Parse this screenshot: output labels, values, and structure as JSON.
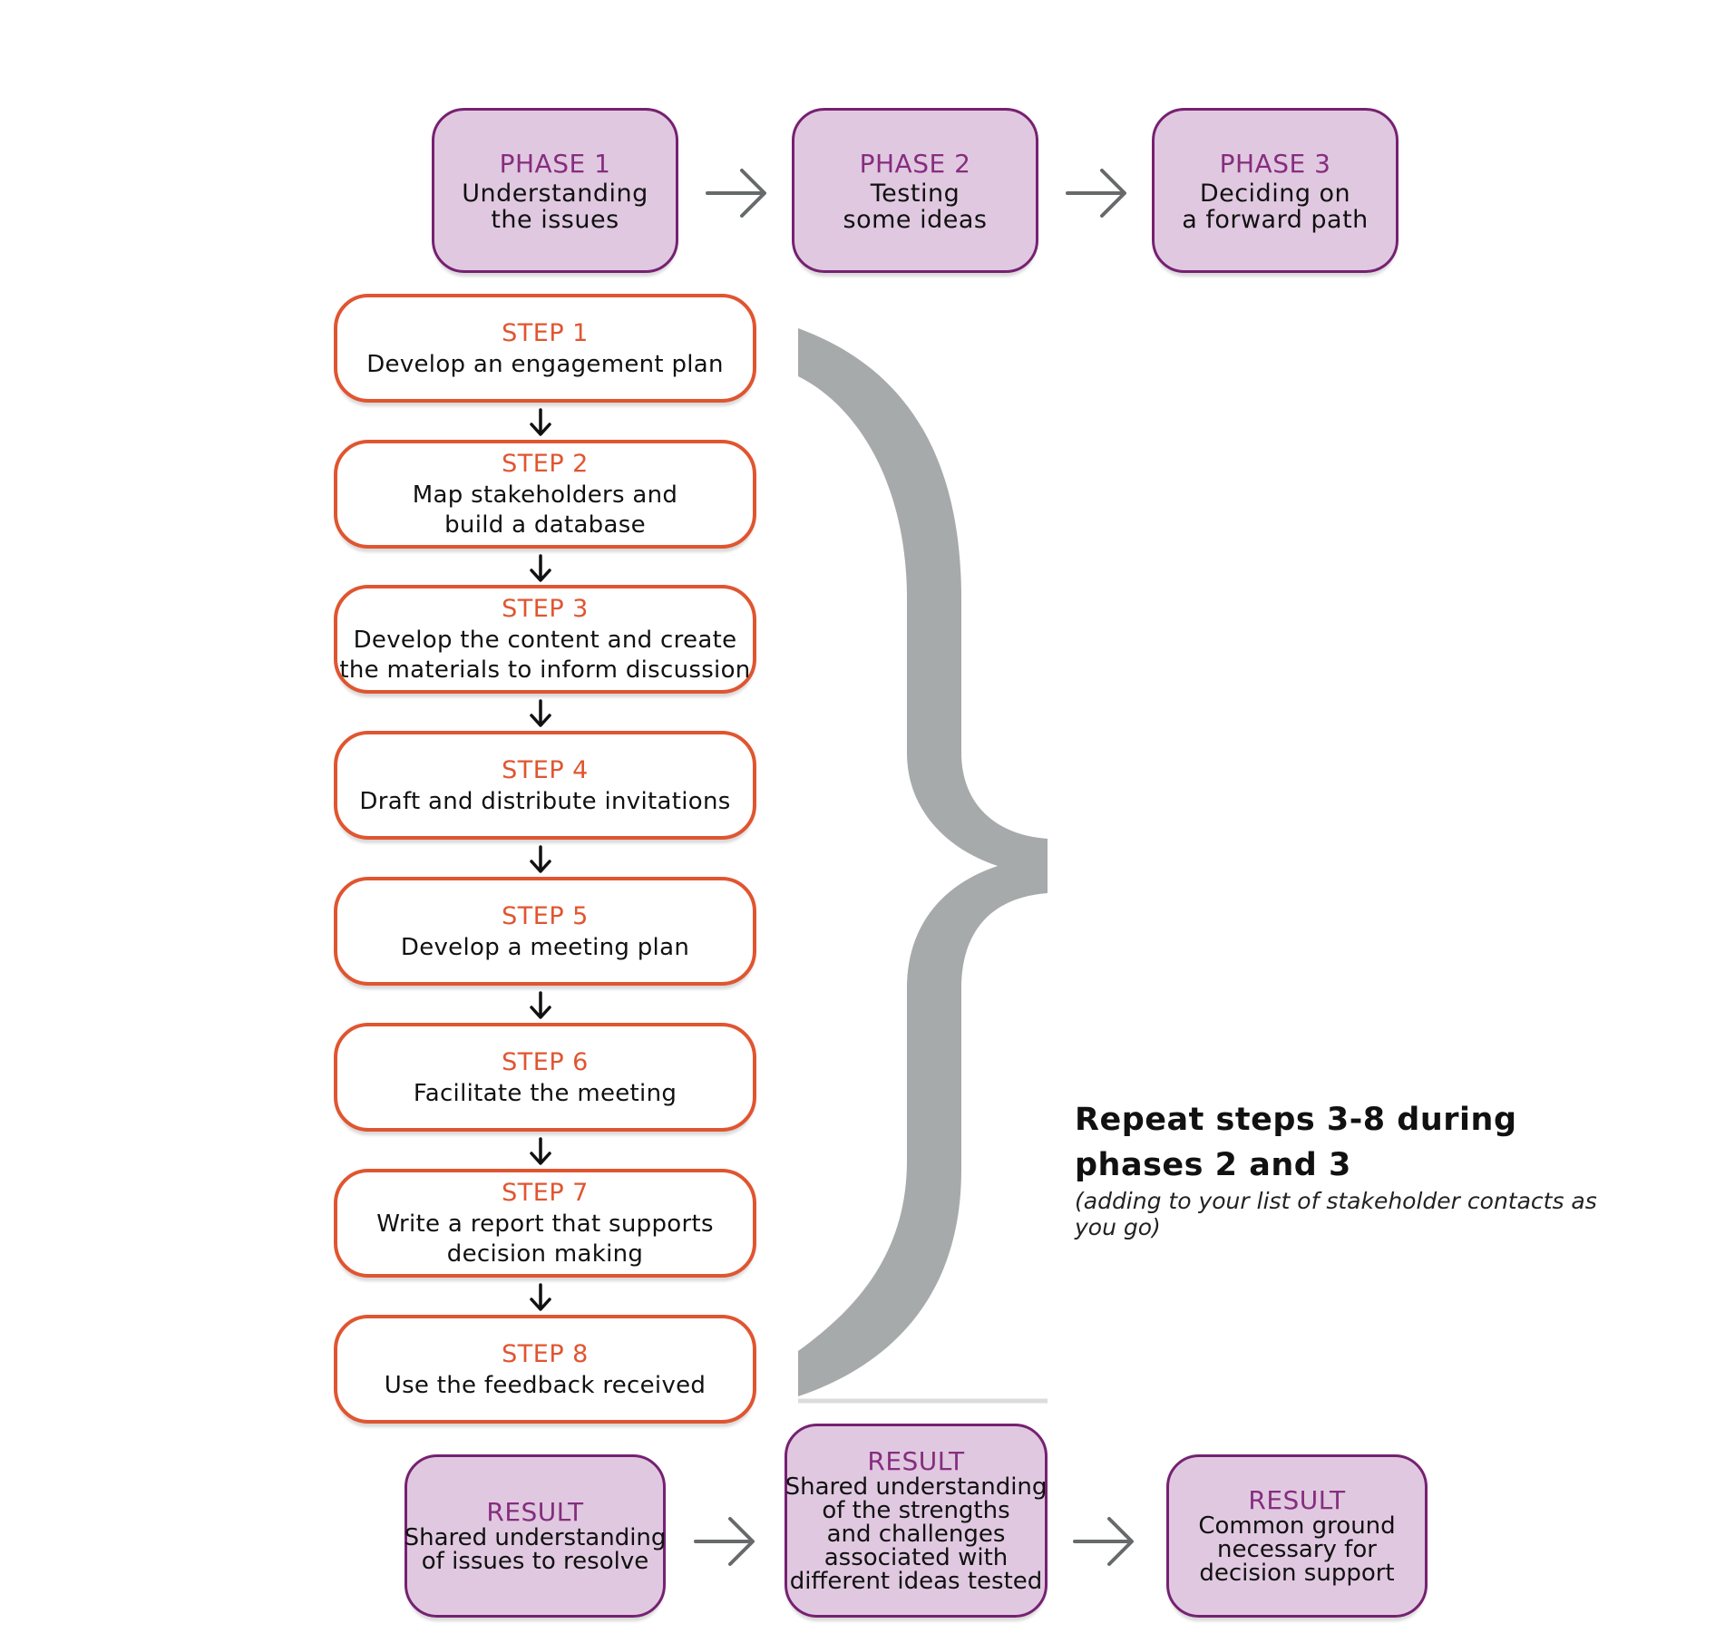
{
  "phases": [
    {
      "label": "PHASE 1",
      "lines": [
        "Understanding",
        "the issues"
      ]
    },
    {
      "label": "PHASE 2",
      "lines": [
        "Testing",
        "some ideas"
      ]
    },
    {
      "label": "PHASE 3",
      "lines": [
        "Deciding on",
        "a forward path"
      ]
    }
  ],
  "steps": [
    {
      "label": "STEP 1",
      "lines": [
        "Develop an engagement plan"
      ]
    },
    {
      "label": "STEP 2",
      "lines": [
        "Map stakeholders and",
        "build a database"
      ]
    },
    {
      "label": "STEP 3",
      "lines": [
        "Develop the content and create",
        "the materials to inform discussion"
      ]
    },
    {
      "label": "STEP 4",
      "lines": [
        "Draft and distribute invitations"
      ]
    },
    {
      "label": "STEP 5",
      "lines": [
        "Develop a meeting plan"
      ]
    },
    {
      "label": "STEP 6",
      "lines": [
        "Facilitate the meeting"
      ]
    },
    {
      "label": "STEP 7",
      "lines": [
        "Write a report that supports",
        "decision making"
      ]
    },
    {
      "label": "STEP 8",
      "lines": [
        "Use the feedback received"
      ]
    }
  ],
  "results": [
    {
      "label": "RESULT",
      "lines": [
        "Shared understanding",
        "of issues to resolve"
      ]
    },
    {
      "label": "RESULT",
      "lines": [
        "Shared understanding",
        "of the strengths",
        "and challenges",
        "associated with",
        "different ideas tested"
      ]
    },
    {
      "label": "RESULT",
      "lines": [
        "Common ground",
        "necessary for",
        "decision support"
      ]
    }
  ],
  "repeat": {
    "title_lines": [
      "Repeat steps 3-8 during",
      "phases 2 and 3"
    ],
    "note": "(adding to your list of stakeholder contacts as you go)"
  },
  "colors": {
    "phase_fill": "#e0c9e0",
    "phase_border": "#762171",
    "phase_label": "#862d7f",
    "step_border": "#e05530",
    "brace": "#a7aaab",
    "arrow": "#666a6b"
  }
}
